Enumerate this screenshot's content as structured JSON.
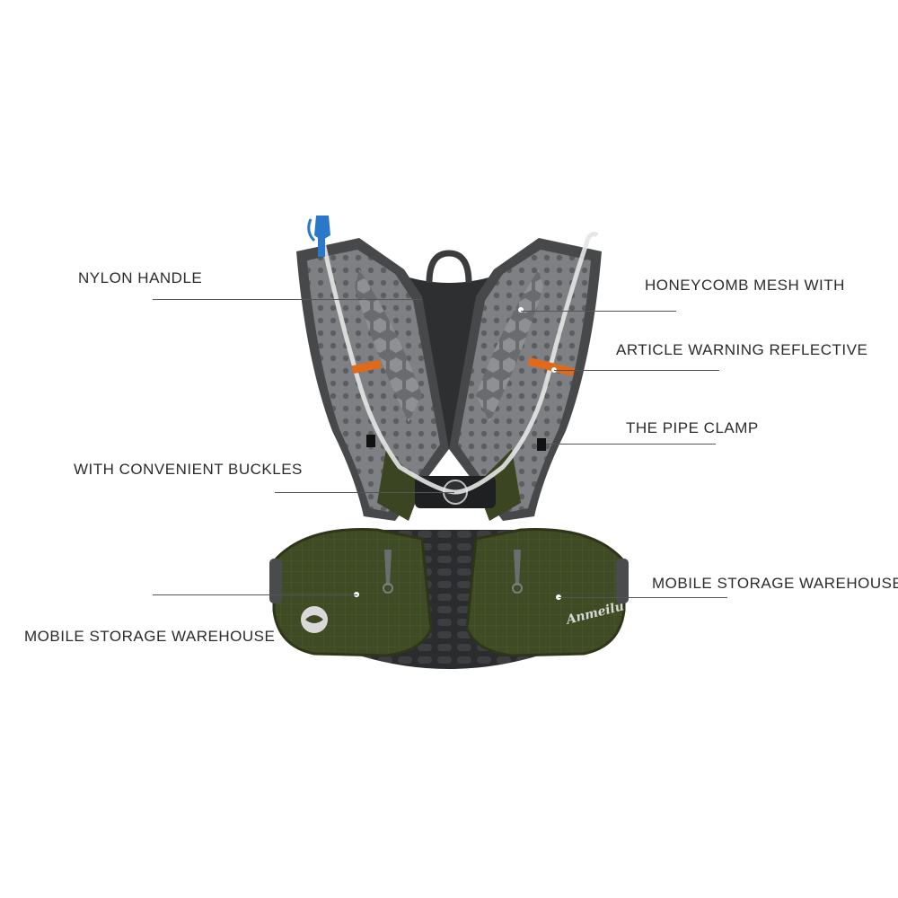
{
  "callouts": {
    "nylon_handle": "NYLON HANDLE",
    "honeycomb_mesh": "HONEYCOMB MESH WITH",
    "reflective": "ARTICLE WARNING REFLECTIVE",
    "pipe_clamp": "THE PIPE CLAMP",
    "buckles": "WITH CONVENIENT BUCKLES",
    "storage_right": "MOBILE STORAGE WAREHOUSE",
    "storage_left": "MOBILE STORAGE WAREHOUSE"
  },
  "product": {
    "brand_text": "Anmeilu",
    "colors": {
      "frame": "#4a4b4d",
      "mesh": "#8d8e90",
      "body": "#3e4a24",
      "accent": "#e06a1a",
      "nozzle": "#2a78c8"
    }
  }
}
